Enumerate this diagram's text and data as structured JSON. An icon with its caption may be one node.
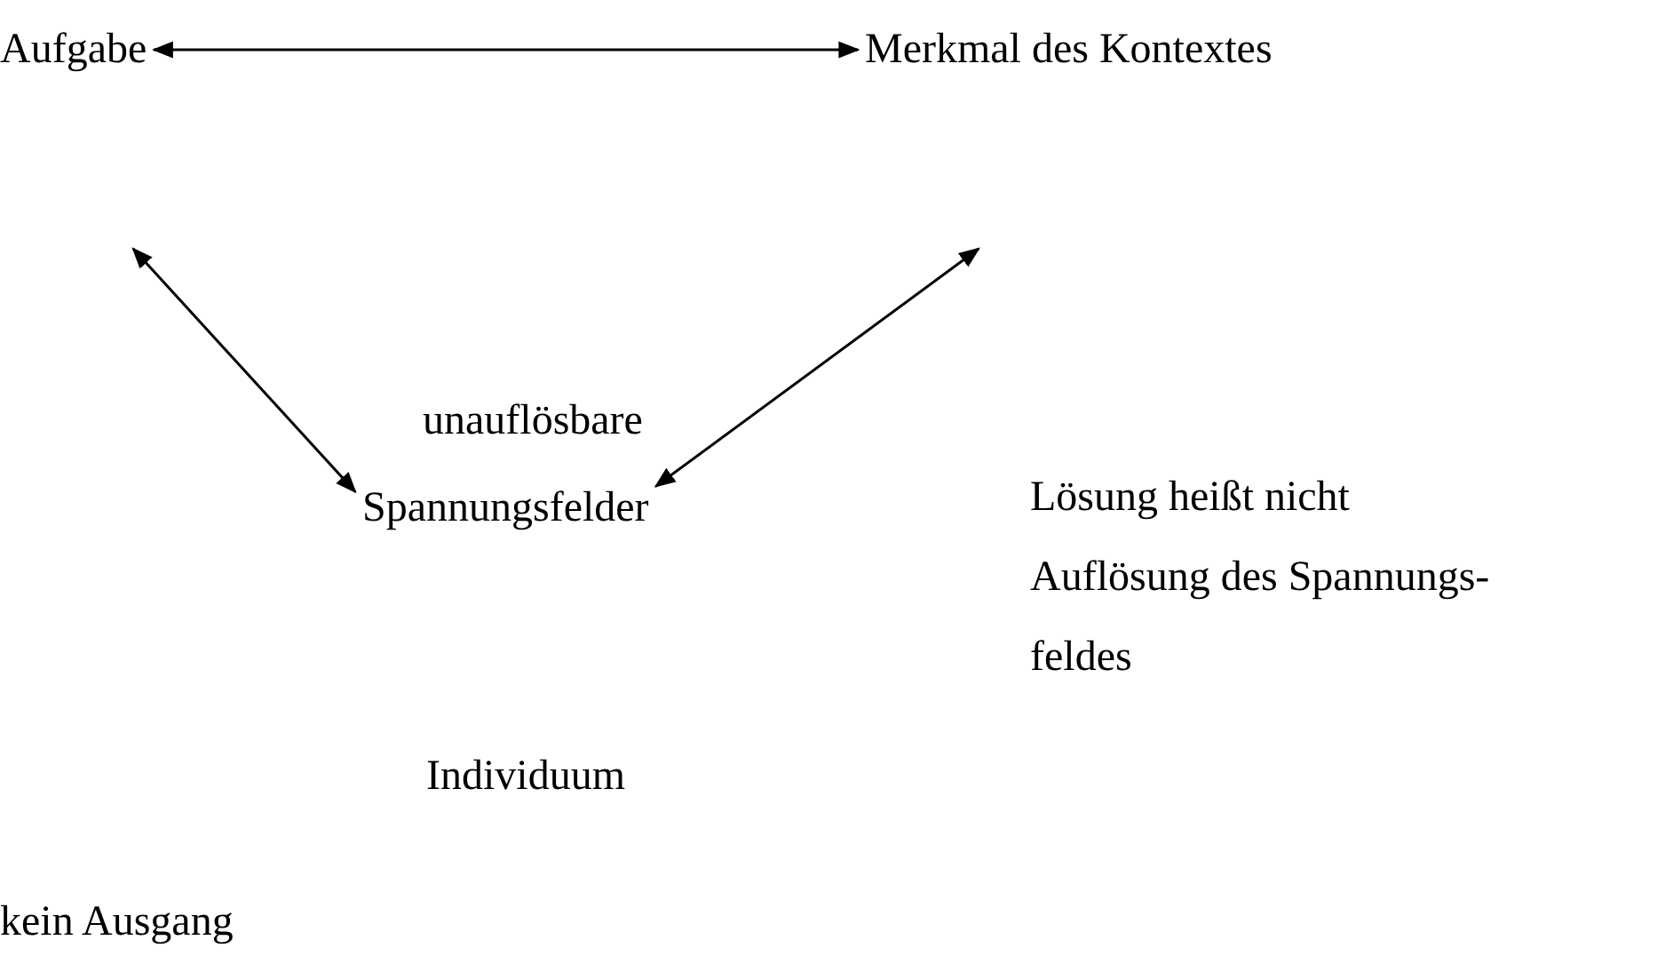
{
  "diagram": {
    "nodes": [
      {
        "text": [
          "Aufgabe"
        ]
      },
      {
        "text": [
          "Merkmal des Kontextes"
        ]
      },
      {
        "text": [
          "unauflösbare",
          "Spannungsfelder"
        ]
      }
    ],
    "edges": [
      {
        "from": 0,
        "to": 1,
        "arrow": "both"
      },
      {
        "from": null,
        "to": 2,
        "arrow": "both"
      },
      {
        "from": null,
        "to": 2,
        "arrow": "both"
      }
    ],
    "labels": [
      "Lösung heißt nicht",
      "Auflösung des Spannungs- feldes",
      "Individuum",
      "kein Ausgang"
    ]
  }
}
